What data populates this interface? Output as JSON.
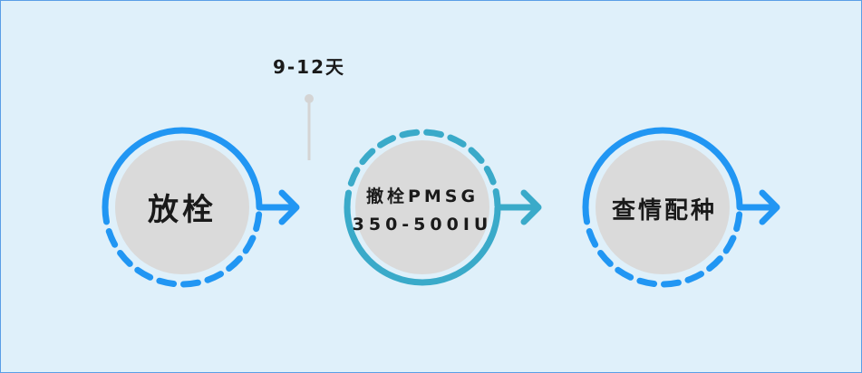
{
  "interval_label": "9-12天",
  "steps": [
    {
      "lines": [
        "放栓"
      ],
      "color": "#2196f3"
    },
    {
      "lines": [
        "撤栓PMSG",
        "350-500IU"
      ],
      "color": "#3aaac9"
    },
    {
      "lines": [
        "查情配种"
      ],
      "color": "#2196f3"
    }
  ]
}
